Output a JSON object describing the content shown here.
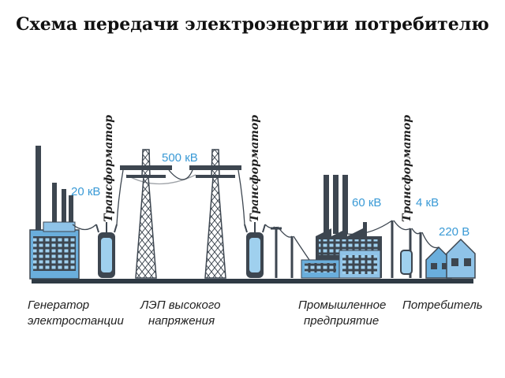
{
  "title": "Схема передачи электроэнергии потребителю",
  "voltages": {
    "v_generator": "20 кВ",
    "v_high": "500 кВ",
    "v_industry": "60 кВ",
    "v_local": "4 кВ",
    "v_consumer": "220 В"
  },
  "transformer_label": "Трансформатор",
  "captions": {
    "generator": [
      "Генератор",
      "электростанции"
    ],
    "line": [
      "ЛЭП высокого",
      "напряжения"
    ],
    "industry": [
      "Промышленное",
      "предприятие"
    ],
    "consumer": "Потребитель"
  },
  "colors": {
    "accent": "#3a9ad6",
    "structure": "#3d4650",
    "ground": "#2f3a44",
    "window": "#9fd0ee"
  }
}
